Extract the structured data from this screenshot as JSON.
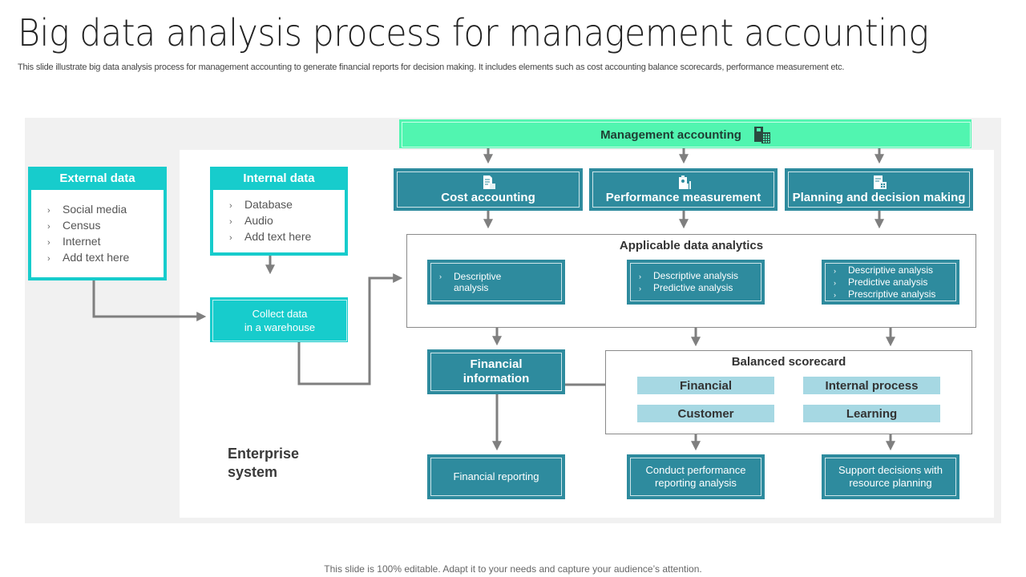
{
  "header": {
    "title": "Big data analysis process for management accounting",
    "subtitle": "This slide illustrate big data analysis process for management accounting to generate financial reports for decision making. It includes elements such as cost accounting balance scorecards, performance measurement etc."
  },
  "sources": {
    "external": {
      "title": "External data",
      "items": [
        "Social media",
        "Census",
        "Internet",
        "Add text here"
      ]
    },
    "internal": {
      "title": "Internal data",
      "items": [
        "Database",
        "Audio",
        "Add text here"
      ]
    },
    "collect": {
      "line1": "Collect data",
      "line2": "in a warehouse"
    }
  },
  "bullet_glyph": "›",
  "management": {
    "title": "Management accounting",
    "icon": "building-calculator-icon"
  },
  "categories": [
    {
      "label": "Cost accounting",
      "icon": "document-report-icon"
    },
    {
      "label": "Performance measurement",
      "icon": "clipboard-chart-icon"
    },
    {
      "label": "Planning and decision making",
      "icon": "document-calculator-icon"
    }
  ],
  "analytics": {
    "title": "Applicable data analytics",
    "boxes": [
      {
        "items": [
          "Descriptive analysis"
        ]
      },
      {
        "items": [
          "Descriptive analysis",
          "Predictive analysis"
        ]
      },
      {
        "items": [
          "Descriptive analysis",
          "Predictive analysis",
          "Prescriptive analysis"
        ]
      }
    ]
  },
  "financial_information": {
    "line1": "Financial",
    "line2": "information"
  },
  "balanced_scorecard": {
    "title": "Balanced scorecard",
    "items": [
      "Financial",
      "Internal process",
      "Customer",
      "Learning"
    ]
  },
  "outputs": [
    {
      "line1": "Financial reporting",
      "line2": ""
    },
    {
      "line1": "Conduct performance",
      "line2": "reporting analysis"
    },
    {
      "line1": "Support decisions with",
      "line2": "resource planning"
    }
  ],
  "enterprise": {
    "line1": "Enterprise",
    "line2": "system"
  },
  "footer": "This slide is 100% editable. Adapt it to your needs and capture your audience’s attention.",
  "colors": {
    "cyan": "#17cccc",
    "teal": "#2e8b9e",
    "mint": "#51f5b0",
    "light_blue": "#a6d8e3",
    "arrow_grey": "#7f7f7f",
    "panel_grey": "#f1f1f1"
  }
}
